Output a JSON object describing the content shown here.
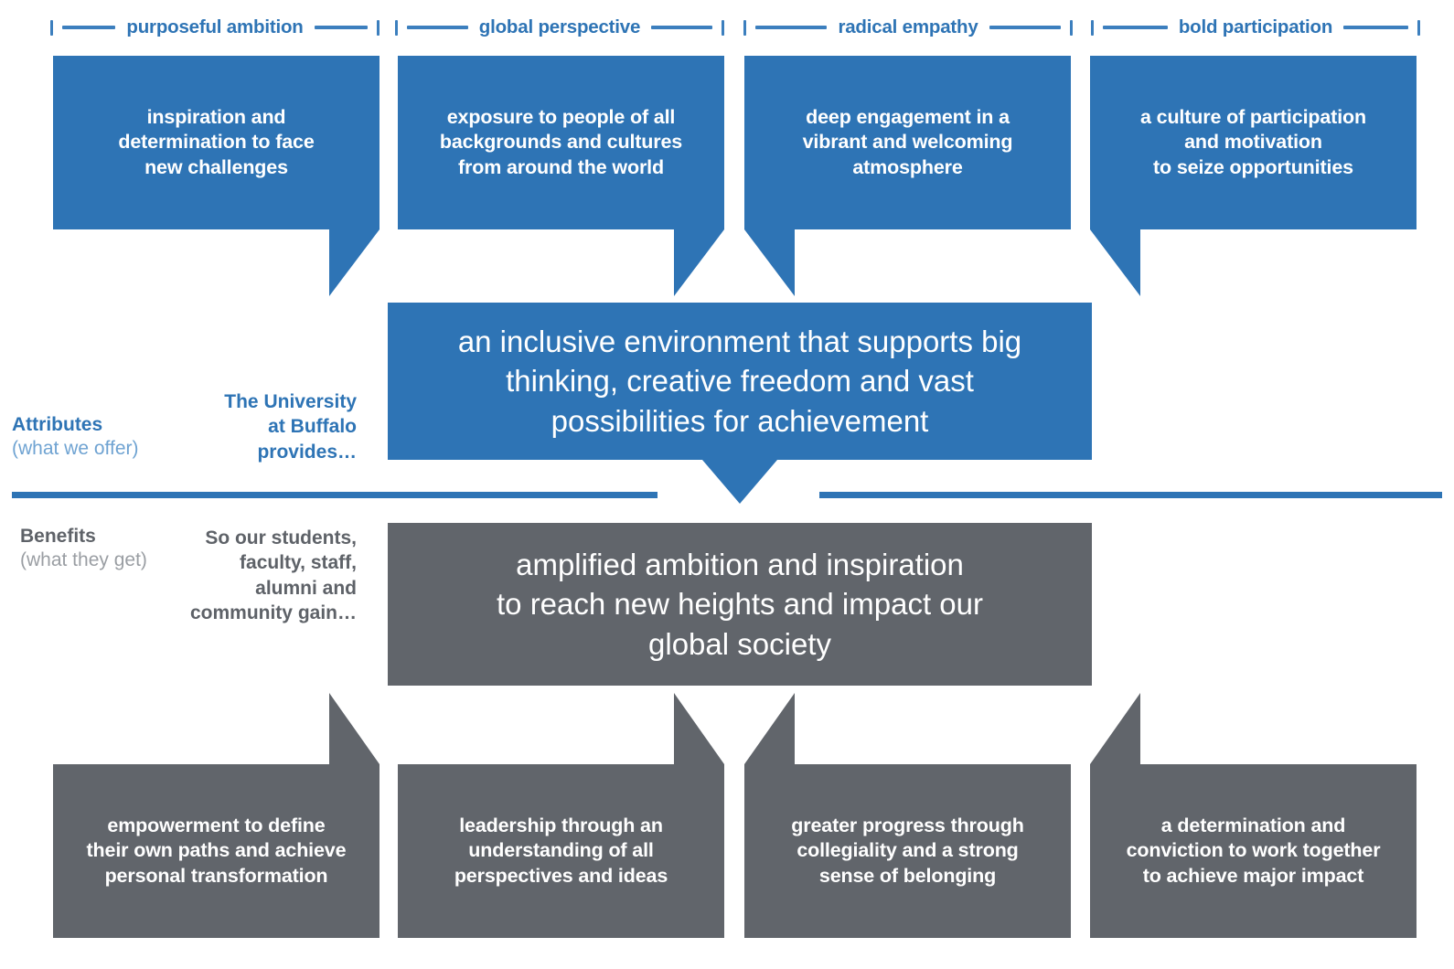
{
  "diagram": {
    "title": "University at Buffalo brand attributes and benefits ladder",
    "colors": {
      "blue": "#2E74B5",
      "gray": "#61656B",
      "blue_soft": "#6FA3D2",
      "gray_soft": "#9A9EA3",
      "white": "#FFFFFF"
    }
  },
  "pillars": [
    {
      "label": "purposeful ambition"
    },
    {
      "label": "global perspective"
    },
    {
      "label": "radical empathy"
    },
    {
      "label": "bold participation"
    }
  ],
  "attributes": {
    "category_label": "Attributes",
    "category_sublabel": "(what we offer)",
    "lead_in": "The University\nat Buffalo\nprovides…",
    "boxes": [
      {
        "text": "inspiration and\ndetermination to face\nnew challenges"
      },
      {
        "text": "exposure to people of all\nbackgrounds and cultures\nfrom around the world"
      },
      {
        "text": "deep engagement in a\nvibrant and welcoming\natmosphere"
      },
      {
        "text": "a culture of participation\nand motivation\nto seize opportunities"
      }
    ],
    "summary": "an inclusive environment that supports big\nthinking, creative freedom and vast\npossibilities for achievement"
  },
  "benefits": {
    "category_label": "Benefits",
    "category_sublabel": "(what they get)",
    "lead_in": "So our students,\nfaculty, staff,\nalumni and\ncommunity gain…",
    "summary": "amplified ambition and inspiration\nto reach new heights and impact our\nglobal society",
    "boxes": [
      {
        "text": "empowerment to define\ntheir own paths and achieve\npersonal transformation"
      },
      {
        "text": "leadership through an\nunderstanding of all\nperspectives and ideas"
      },
      {
        "text": "greater progress through\ncollegiality and a strong\nsense of belonging"
      },
      {
        "text": "a determination and\nconviction to work together\nto achieve major impact"
      }
    ]
  }
}
